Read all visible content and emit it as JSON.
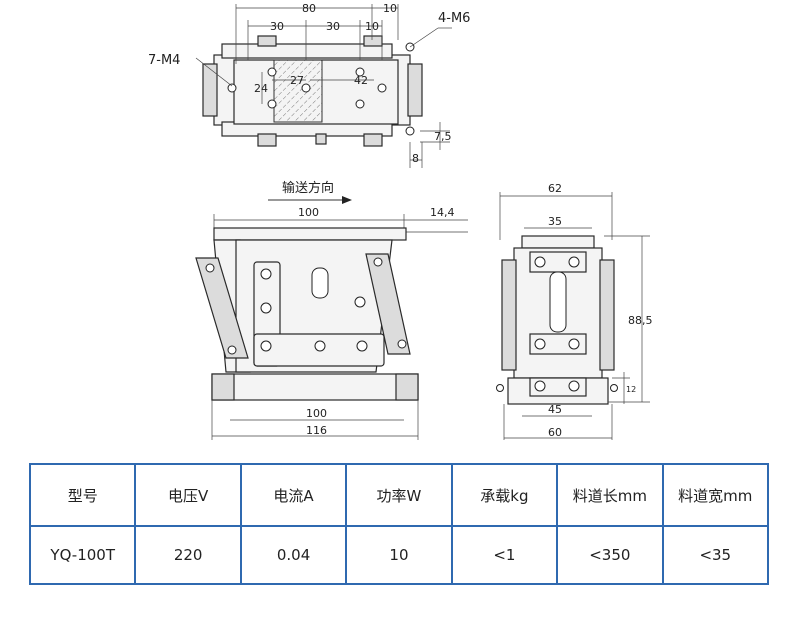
{
  "top_view": {
    "labels": {
      "holes_m4": "7-M4",
      "holes_m6": "4-M6"
    },
    "dims": {
      "width_80": "80",
      "off_10": "10",
      "pitch_30a": "30",
      "pitch_30b": "30",
      "off_10b": "10",
      "h_24": "24",
      "w_27": "27",
      "w_42": "42",
      "d_7_5": "7,5",
      "d_8": "8"
    }
  },
  "side_view": {
    "direction_label": "输送方向",
    "dims": {
      "top_100": "100",
      "off_14_4": "14,4",
      "base_100": "100",
      "base_116": "116"
    }
  },
  "end_view": {
    "dims": {
      "w_62": "62",
      "w_35": "35",
      "h_88_5": "88,5",
      "h_12": "12",
      "w_45": "45",
      "w_60": "60"
    }
  },
  "spec_table": {
    "headers": [
      "型号",
      "电压V",
      "电流A",
      "功率W",
      "承载kg",
      "料道长mm",
      "料道宽mm"
    ],
    "row": [
      "YQ-100T",
      "220",
      "0.04",
      "10",
      "<1",
      "<350",
      "<35"
    ],
    "border_color": "#2f69b0"
  }
}
